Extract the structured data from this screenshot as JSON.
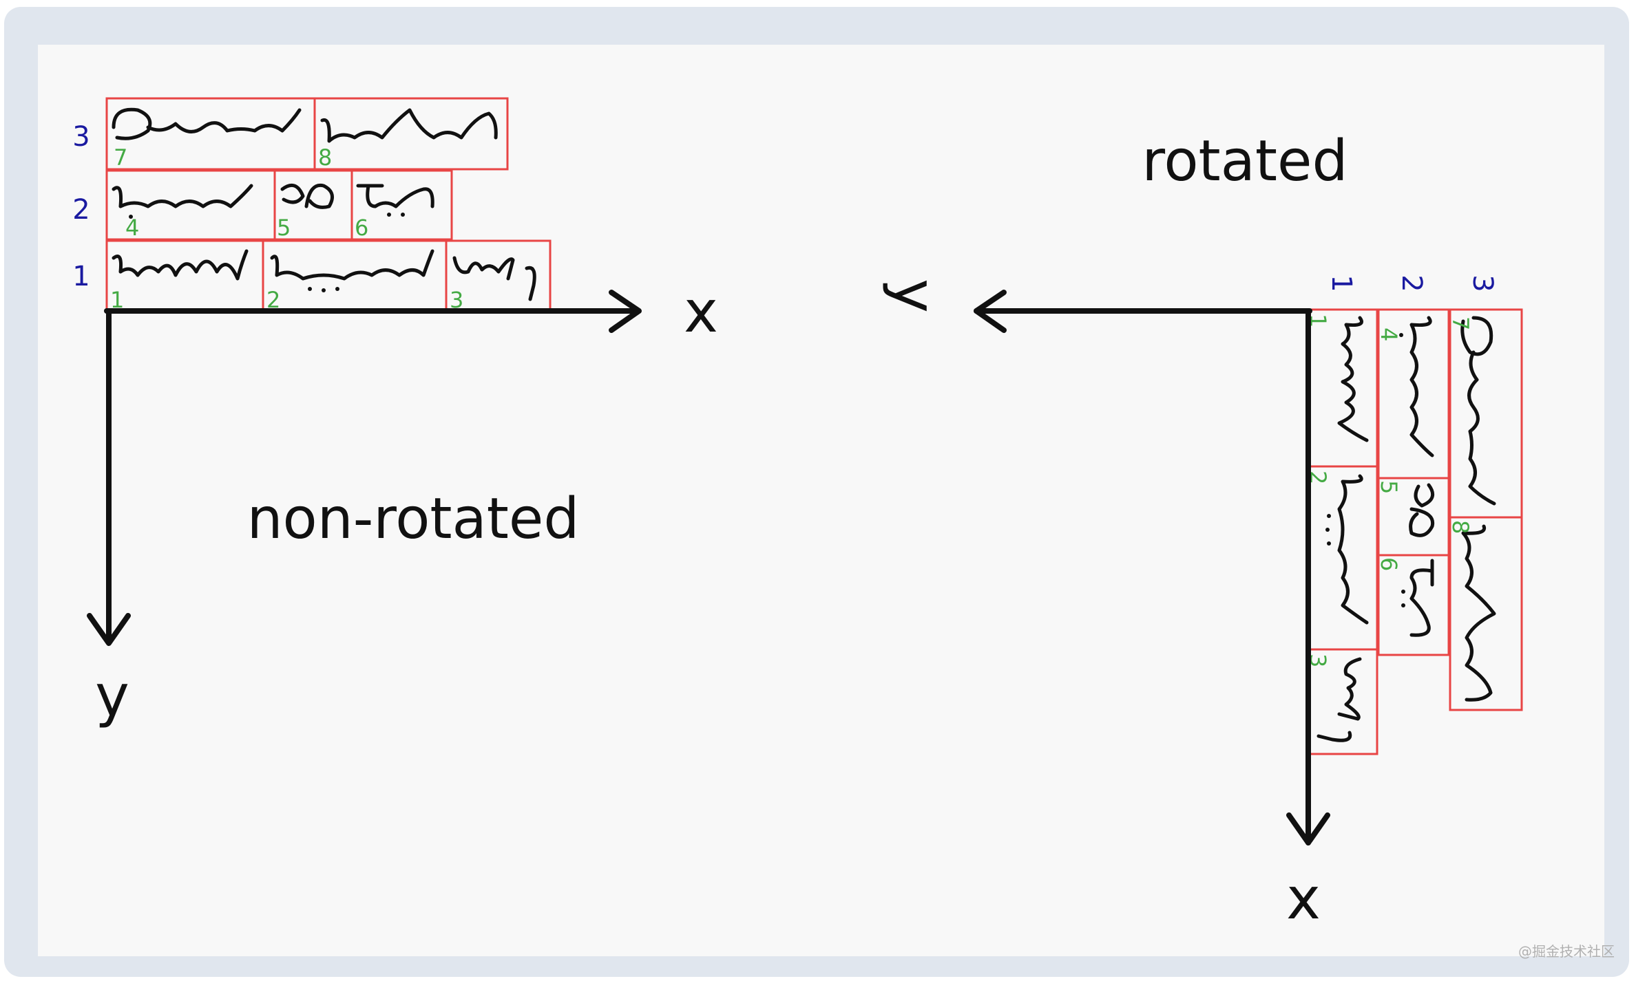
{
  "non_rotated": {
    "caption": "non-rotated",
    "x_axis_label": "x",
    "y_axis_label": "y",
    "line_labels": [
      "1",
      "2",
      "3"
    ],
    "word_labels": [
      "1",
      "2",
      "3",
      "4",
      "5",
      "6",
      "7",
      "8"
    ]
  },
  "rotated": {
    "caption": "rotated",
    "x_axis_label": "x",
    "y_axis_label": "y",
    "line_labels": [
      "1",
      "2",
      "3"
    ],
    "word_labels": [
      "1",
      "2",
      "3",
      "4",
      "5",
      "6",
      "7",
      "8"
    ]
  },
  "colors": {
    "box": "#e84545",
    "line_number": "#1a1aa0",
    "word_number": "#44aa44",
    "axis": "#111111",
    "frame": "#e0e6ee",
    "canvas": "#f8f8f8"
  },
  "watermark": "@掘金技术社区"
}
